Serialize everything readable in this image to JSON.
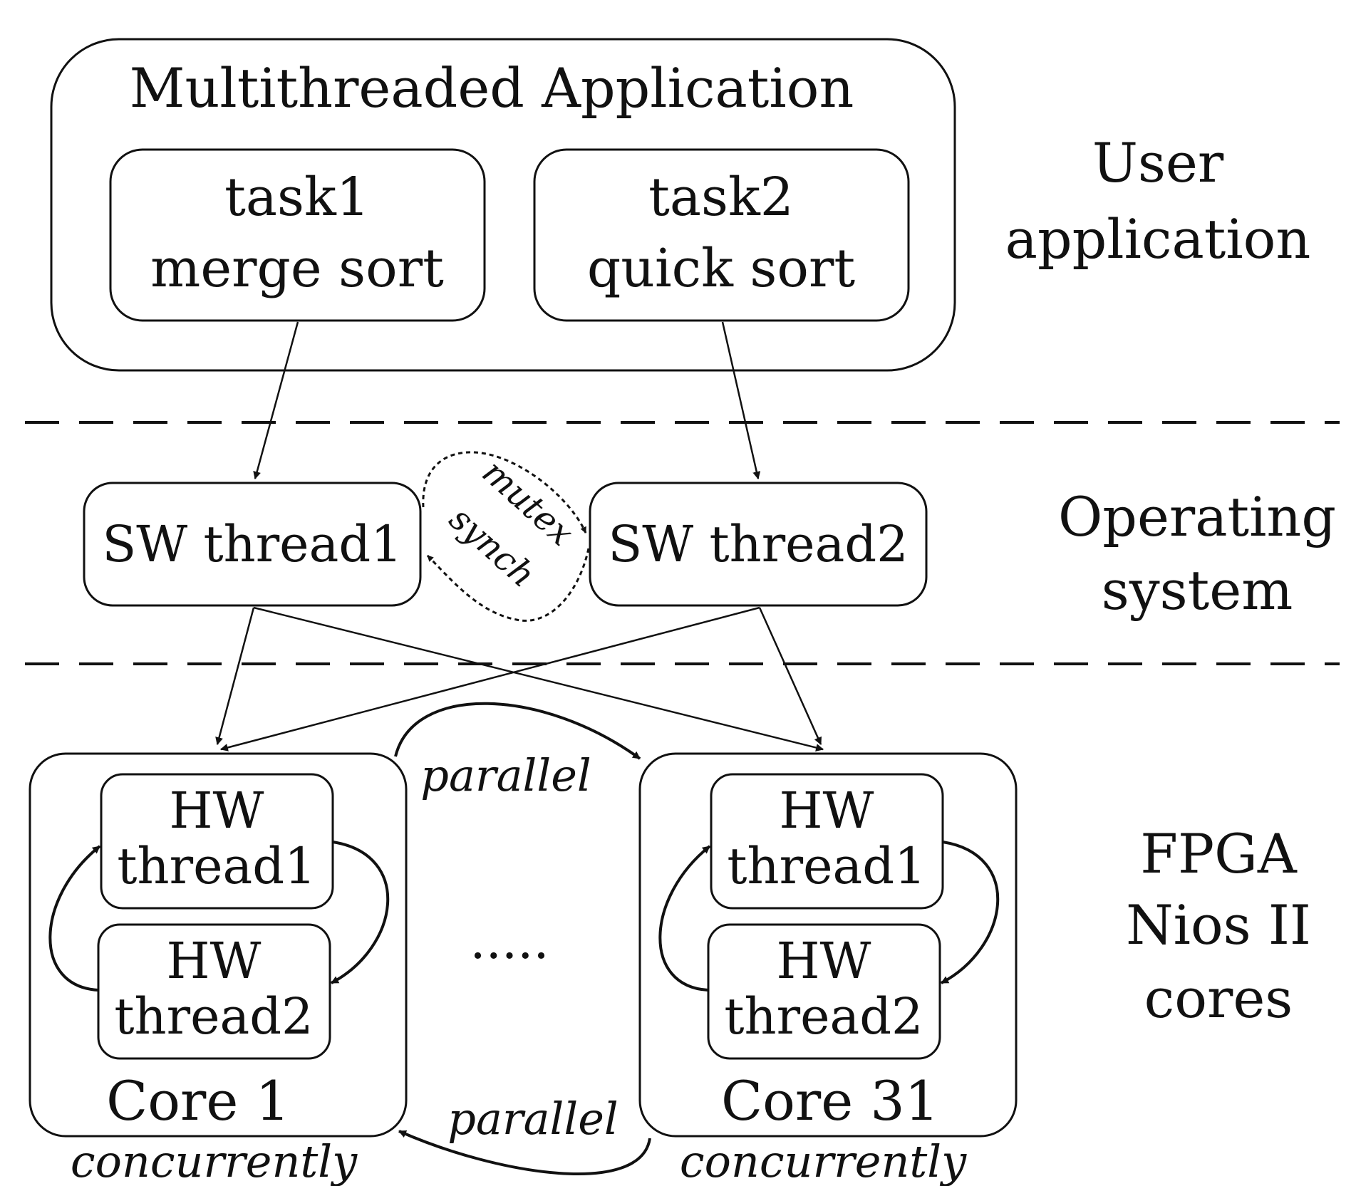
{
  "app": {
    "title": "Multithreaded Application",
    "task1": {
      "line1": "task1",
      "line2": "merge sort"
    },
    "task2": {
      "line1": "task2",
      "line2": "quick sort"
    }
  },
  "layers": {
    "user": {
      "line1": "User",
      "line2": "application"
    },
    "os": {
      "line1": "Operating",
      "line2": "system"
    },
    "fpga": {
      "line1": "FPGA",
      "line2": "Nios II",
      "line3": "cores"
    }
  },
  "os": {
    "sw_thread1": "SW thread1",
    "sw_thread2": "SW thread2",
    "mutex": "mutex",
    "synch": "synch"
  },
  "cores": {
    "core1": {
      "label": "Core 1",
      "hw1": {
        "line1": "HW",
        "line2": "thread1"
      },
      "hw2": {
        "line1": "HW",
        "line2": "thread2"
      },
      "note": "concurrently"
    },
    "core31": {
      "label": "Core 31",
      "hw1": {
        "line1": "HW",
        "line2": "thread1"
      },
      "hw2": {
        "line1": "HW",
        "line2": "thread2"
      },
      "note": "concurrently"
    },
    "ellipsis": ".....",
    "parallel_top": "parallel",
    "parallel_bottom": "parallel"
  }
}
